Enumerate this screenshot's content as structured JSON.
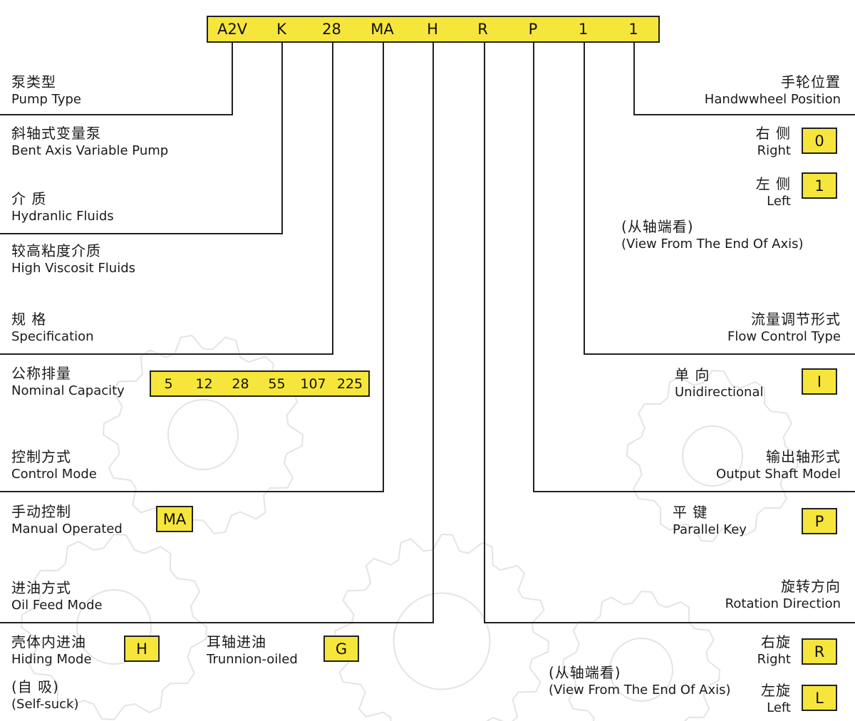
{
  "colors": {
    "box_fill": "#f6e63c",
    "line": "#222222",
    "gear_watermark": "#d9d9d9"
  },
  "model_code": [
    "A2V",
    "K",
    "28",
    "MA",
    "H",
    "R",
    "P",
    "1",
    "1"
  ],
  "left": {
    "pump_type": {
      "cn": "泵类型",
      "en": "Pump Type"
    },
    "bent_axis": {
      "cn": "斜轴式变量泵",
      "en": "Bent Axis Variable Pump"
    },
    "medium": {
      "cn": "介 质",
      "en": "Hydranlic Fluids"
    },
    "high_viscosity": {
      "cn": "较高粘度介质",
      "en": "High Viscosit Fluids"
    },
    "spec": {
      "cn": "规 格",
      "en": "Specification"
    },
    "nominal_capacity": {
      "cn": "公称排量",
      "en": "Nominal Capacity",
      "values": [
        "5",
        "12",
        "28",
        "55",
        "107",
        "225"
      ]
    },
    "control_mode": {
      "cn": "控制方式",
      "en": "Control Mode"
    },
    "manual": {
      "cn": "手动控制",
      "en": "Manual Operated",
      "code": "MA"
    },
    "oil_feed": {
      "cn": "进油方式",
      "en": "Oil Feed Mode"
    },
    "hiding": {
      "cn": "壳体内进油",
      "en": "Hiding Mode",
      "code": "H"
    },
    "trunnion": {
      "cn": "耳轴进油",
      "en": "Trunnion-oiled",
      "code": "G"
    },
    "self_suck": {
      "cn": "(自 吸)",
      "en": "(Self-suck)"
    }
  },
  "right": {
    "handwheel": {
      "cn": "手轮位置",
      "en": "Handwwheel Position"
    },
    "right_side": {
      "cn": "右 侧",
      "en": "Right",
      "code": "0"
    },
    "left_side": {
      "cn": "左 侧",
      "en": "Left",
      "code": "1"
    },
    "view_note_1": {
      "cn": "(从轴端看)",
      "en": "(View From The End Of Axis)"
    },
    "flow_control": {
      "cn": "流量调节形式",
      "en": "Flow Control Type"
    },
    "unidirectional": {
      "cn": "单 向",
      "en": "Unidirectional",
      "code": "I"
    },
    "output_shaft": {
      "cn": "输出轴形式",
      "en": "Output Shaft Model"
    },
    "parallel_key": {
      "cn": "平 键",
      "en": "Parallel Key",
      "code": "P"
    },
    "rotation": {
      "cn": "旋转方向",
      "en": "Rotation Direction"
    },
    "rot_right": {
      "cn": "右旋",
      "en": "Right",
      "code": "R"
    },
    "rot_left": {
      "cn": "左旋",
      "en": "Left",
      "code": "L"
    },
    "view_note_2": {
      "cn": "(从轴端看)",
      "en": "(View From The End Of Axis)"
    }
  }
}
